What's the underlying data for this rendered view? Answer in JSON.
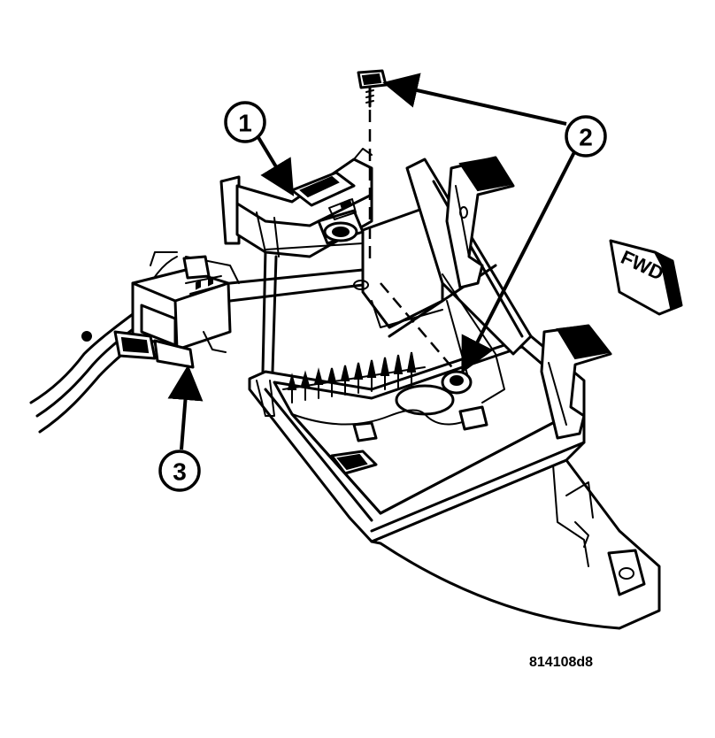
{
  "callouts": [
    {
      "id": "callout-1",
      "label": "1"
    },
    {
      "id": "callout-2",
      "label": "2"
    },
    {
      "id": "callout-3",
      "label": "3"
    }
  ],
  "direction_label": "FWD",
  "figure_id": "814108d8",
  "colors": {
    "ink": "#000000",
    "paper": "#ffffff"
  }
}
